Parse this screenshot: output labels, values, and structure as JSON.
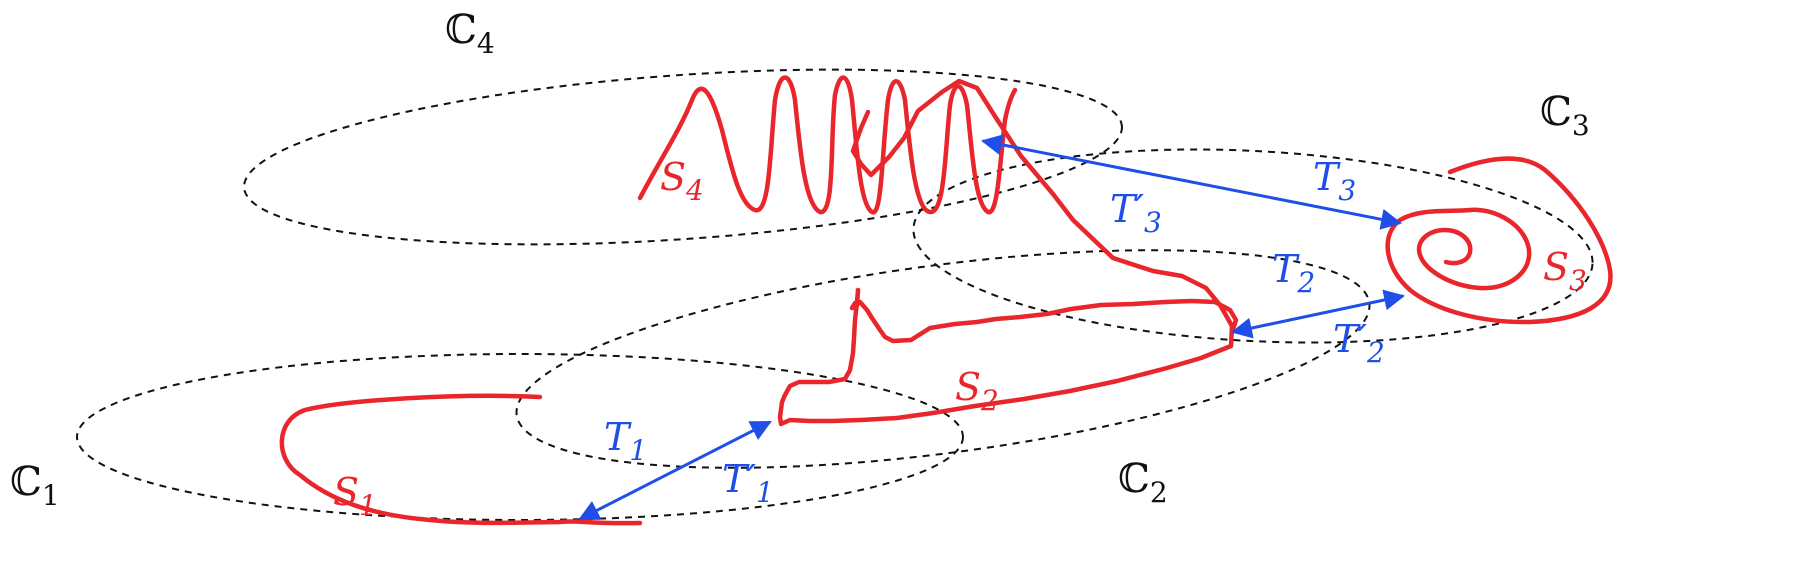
{
  "colors": {
    "set": "#e8262b",
    "transition": "#1f4fe8",
    "chart": "#111111"
  },
  "charts": [
    {
      "id": "c1",
      "symbol": "ℂ",
      "sub": "1"
    },
    {
      "id": "c2",
      "symbol": "ℂ",
      "sub": "2"
    },
    {
      "id": "c3",
      "symbol": "ℂ",
      "sub": "3"
    },
    {
      "id": "c4",
      "symbol": "ℂ",
      "sub": "4"
    }
  ],
  "sets": [
    {
      "id": "s1",
      "symbol": "S",
      "sub": "1"
    },
    {
      "id": "s2",
      "symbol": "S",
      "sub": "2"
    },
    {
      "id": "s3",
      "symbol": "S",
      "sub": "3"
    },
    {
      "id": "s4",
      "symbol": "S",
      "sub": "4"
    }
  ],
  "transitions": [
    {
      "id": "t1",
      "symbol": "T",
      "sub": "1"
    },
    {
      "id": "t1p",
      "symbol": "T′",
      "sub": "1"
    },
    {
      "id": "t2",
      "symbol": "T",
      "sub": "2"
    },
    {
      "id": "t2p",
      "symbol": "T′",
      "sub": "2"
    },
    {
      "id": "t3",
      "symbol": "T",
      "sub": "3"
    },
    {
      "id": "t3p",
      "symbol": "T′",
      "sub": "3"
    }
  ]
}
